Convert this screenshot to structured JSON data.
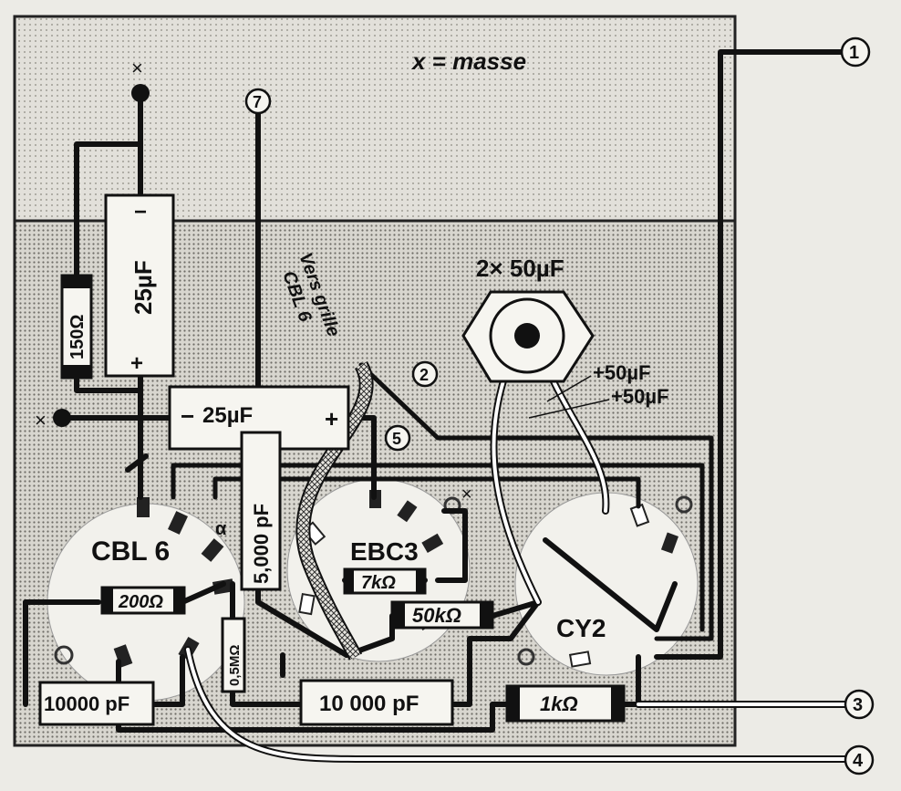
{
  "legend": {
    "text": "x = masse"
  },
  "markers": {
    "ground_symbol": "×"
  },
  "terminals": {
    "t1": "1",
    "t2": "2",
    "t3": "3",
    "t4": "4",
    "t5": "5",
    "t7": "7"
  },
  "capacitors": {
    "c_vertical_value": "25µF",
    "c_vertical_plus": "+",
    "c_vertical_minus": "−",
    "c_horizontal_value": "25µF",
    "c_horizontal_plus": "+",
    "c_horizontal_minus": "−",
    "c_5000": "5,000 pF",
    "c_10000_left": "10000 pF",
    "c_10000_mid": "10 000 pF",
    "c_dual_title": "2× 50µF",
    "c_dual_a": "+50µF",
    "c_dual_b": "+50µF"
  },
  "resistors": {
    "r_150": "150Ω",
    "r_200": "200Ω",
    "r_05m": "0,5MΩ",
    "r_7k": "7kΩ",
    "r_50k": "50kΩ",
    "r_1k": "1kΩ"
  },
  "tubes": {
    "cbl6": "CBL 6",
    "ebc3": "EBC3",
    "cy2": "CY2"
  },
  "tube_pin_mark": "α",
  "annotation": {
    "vers_grille_line1": "Vers grille",
    "vers_grille_line2": "CBL 6"
  }
}
